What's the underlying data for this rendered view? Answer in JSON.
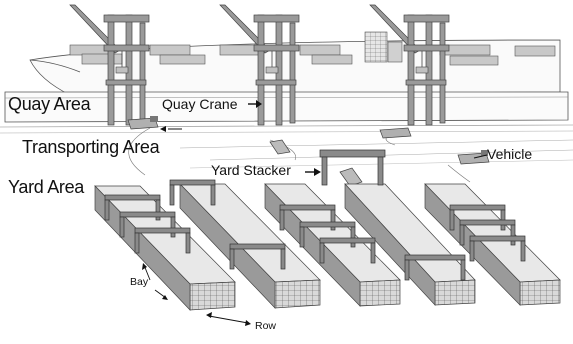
{
  "labels": {
    "quay_area": "Quay Area",
    "quay_crane": "Quay Crane",
    "transporting_area": "Transporting Area",
    "yard_stacker": "Yard Stacker",
    "vehicle": "Vehicle",
    "yard_area": "Yard Area",
    "bay": "Bay",
    "row": "Row"
  },
  "colors": {
    "line": "#4a4a4a",
    "crane": "#8c8c8c",
    "container": "#b4b4b4",
    "container_dark": "#6e6e6e",
    "ground": "#f2f2f2"
  }
}
